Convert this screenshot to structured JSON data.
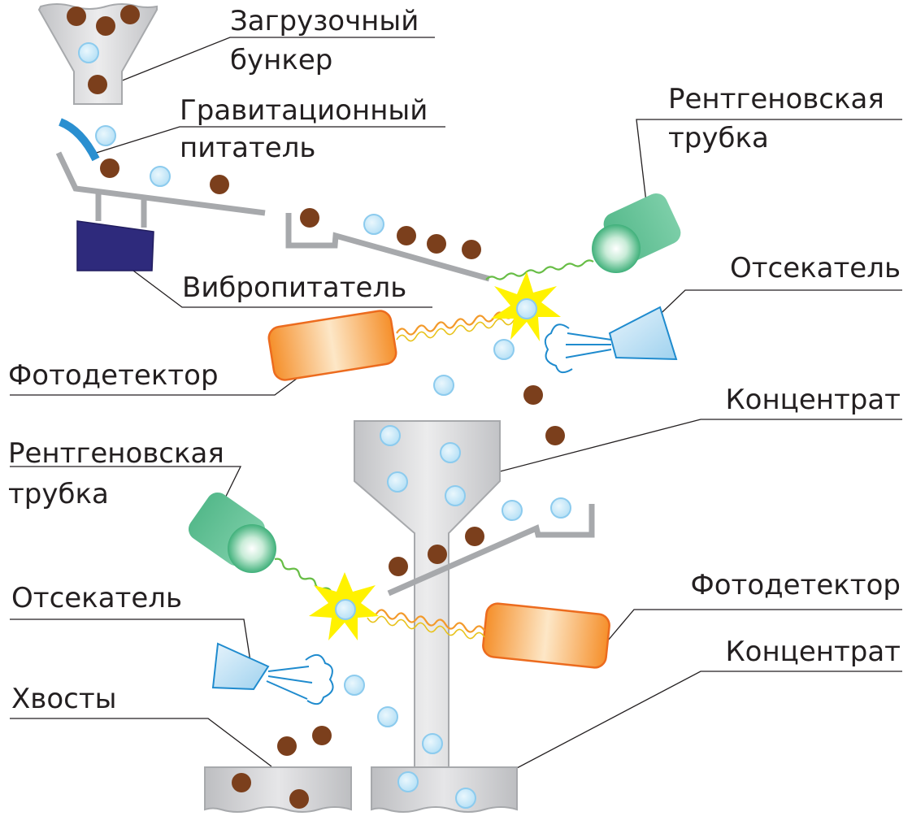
{
  "labels": {
    "loading_hopper": [
      "Загрузочный",
      "бункер"
    ],
    "gravity_feeder": [
      "Гравитационный",
      "питатель"
    ],
    "vibro_feeder": "Вибропитатель",
    "xray_tube_1": [
      "Рентгеновская",
      "трубка"
    ],
    "ejector_1": "Отсекатель",
    "photodetector_1": "Фотодетектор",
    "concentrate_1": "Концентрат",
    "xray_tube_2": [
      "Рентгеновская",
      "трубка"
    ],
    "ejector_2": "Отсекатель",
    "photodetector_2": "Фотодетектор",
    "concentrate_2": "Концентрат",
    "tailings": "Хвосты"
  },
  "colors": {
    "ore_particle": "#7b3f1c",
    "waste_particle": "#cde9f8",
    "waste_outline": "#8ccbee",
    "machine_gray": "#a7a9ac",
    "container_fill": "#cfcfd1",
    "vibro_feeder": "#2e2a7c",
    "gravity_chute": "#2a8fd0",
    "xray_tube": "#6cc49b",
    "photodetector": "#f7a24a",
    "ejector": "#bfe0f4",
    "flash": "#fff200"
  }
}
